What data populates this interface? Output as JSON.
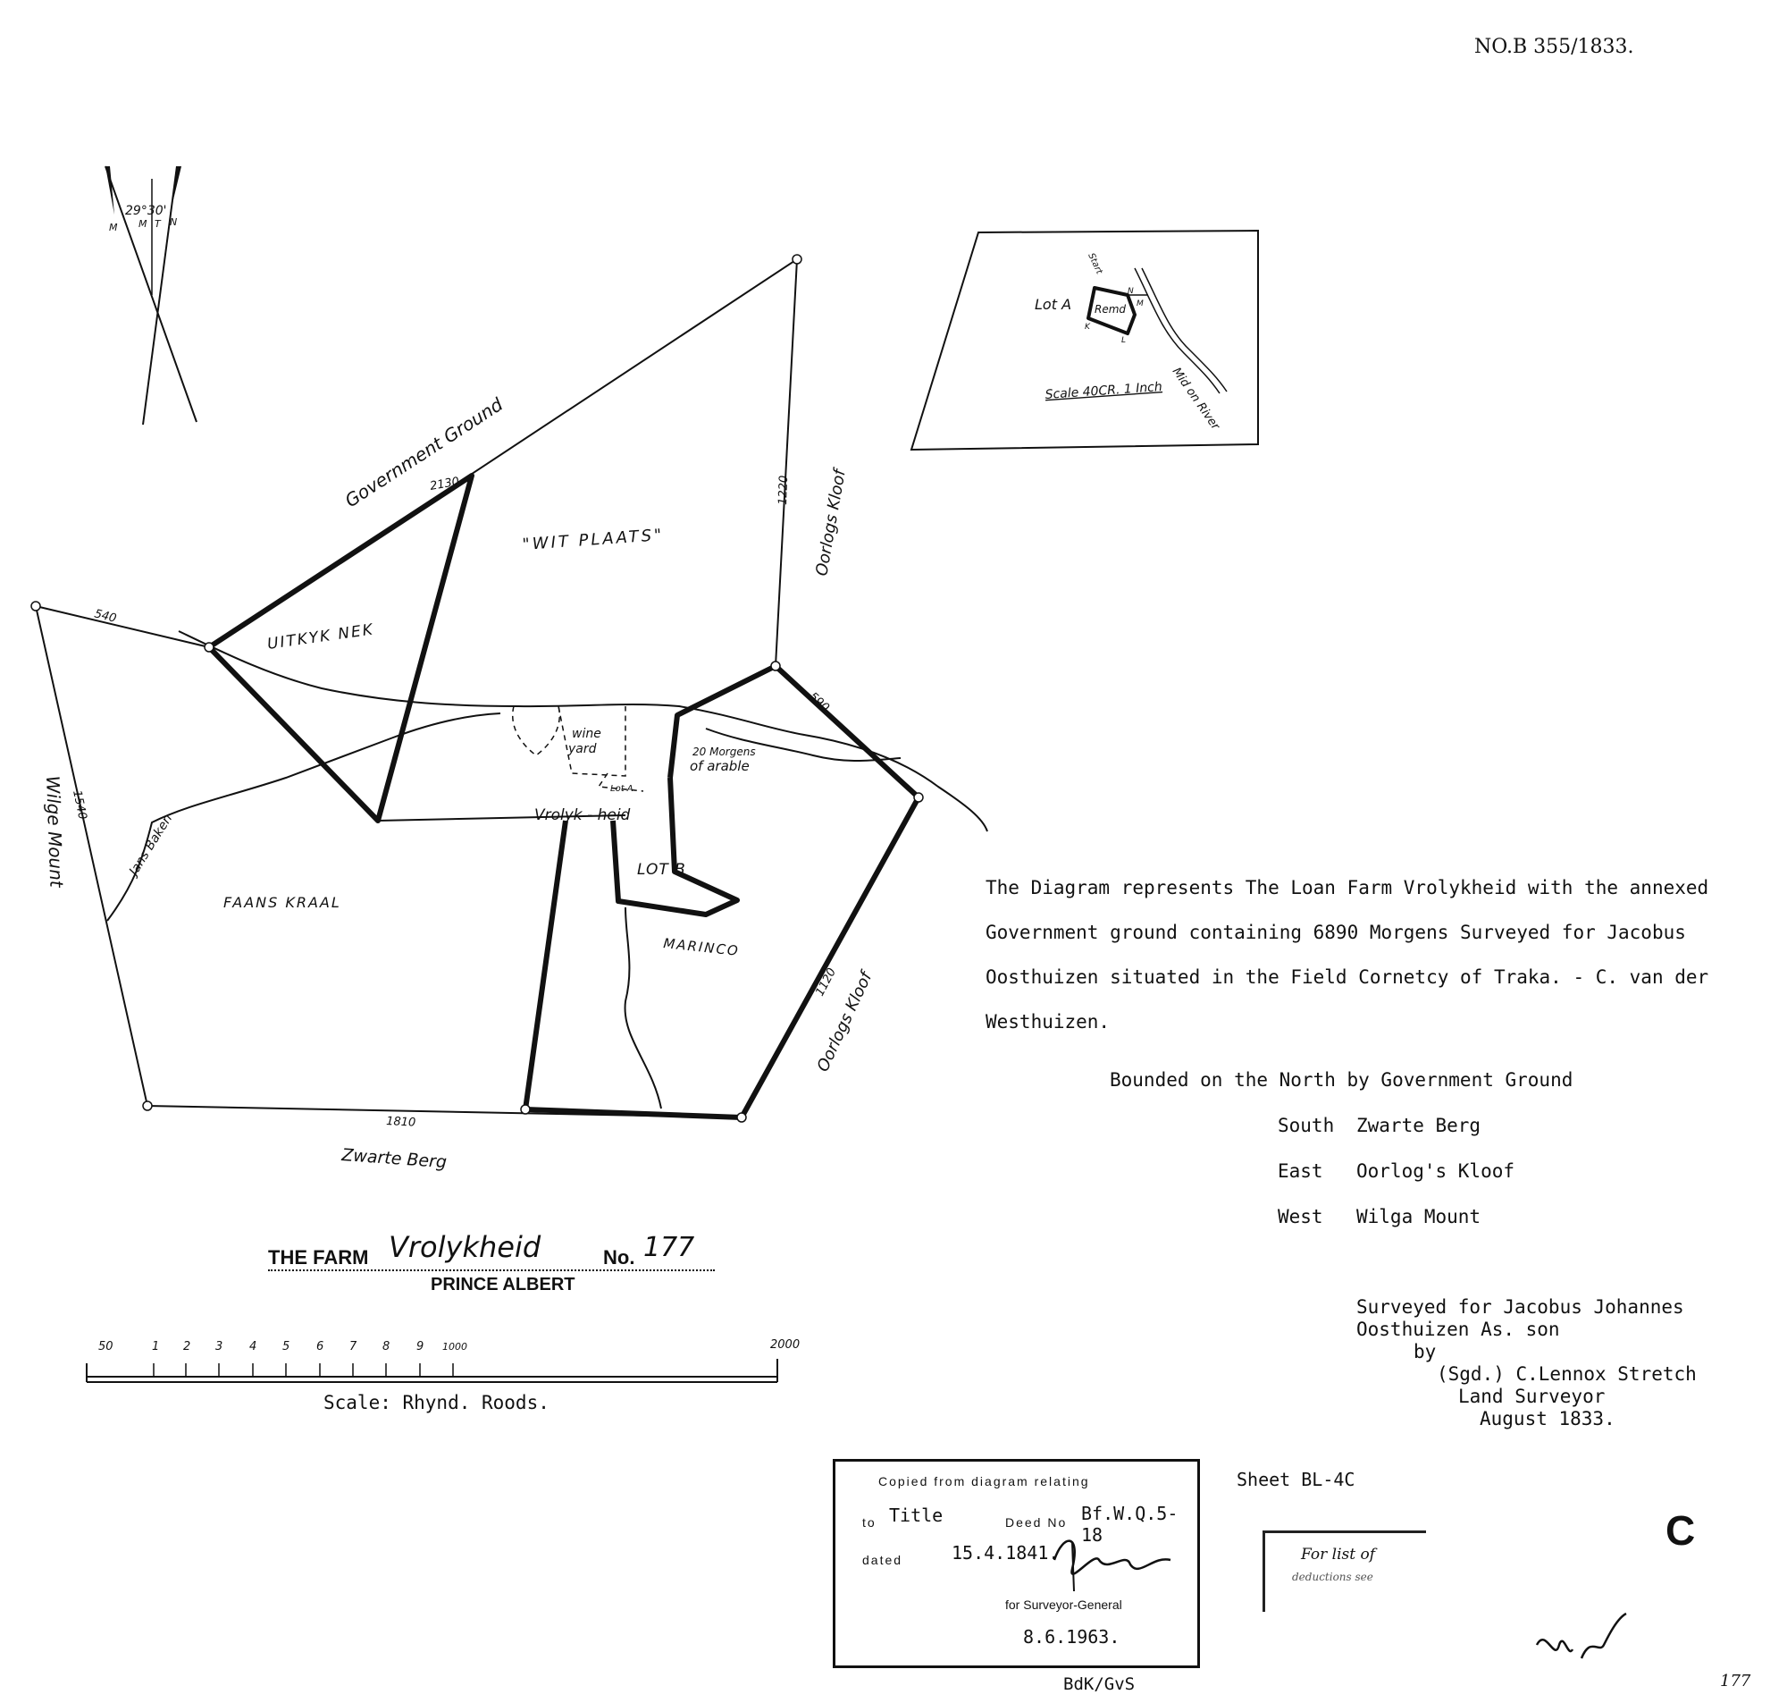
{
  "header": {
    "number": "NO.B 355/1833."
  },
  "compass": {
    "declination": "29°30'",
    "letters": [
      "M",
      "M",
      "T",
      "N"
    ]
  },
  "main_plan": {
    "labels": {
      "government_ground": "Government Ground",
      "wit_plaats": "\"WIT PLAATS\"",
      "uitkyk_nek": "UITKYK NEK",
      "oorlogs_kloof_north": "Oorlogs Kloof",
      "oorlogs_kloof_east": "Oorlogs Kloof",
      "wilge_mount": "Wilge Mount",
      "jans_baken": "Jans Baken",
      "faans_kraal": "FAANS KRAAL",
      "marinco": "MARINCO",
      "lot_b": "LOT B",
      "lot_a": "Lot A",
      "wine_yard_1": "wine",
      "wine_yard_2": "yard",
      "arable_1": "20 Morgens",
      "arable_2": "of arable",
      "vrolykheid": "Vrolyk - heid",
      "zwarte_berg": "Zwarte Berg"
    },
    "distances": {
      "d2130": "2130",
      "d1220": "1220",
      "d540": "540",
      "d590": "590",
      "d1540": "1540",
      "d1120": "1120",
      "d1810": "1810"
    }
  },
  "inset": {
    "lot_a": "Lot A",
    "remd": "Remd",
    "scale": "Scale 40CR. 1 Inch",
    "river": "Mid on River",
    "start": "Start",
    "points": [
      "K",
      "L",
      "M",
      "N"
    ]
  },
  "description": {
    "line1": "The Diagram represents The Loan Farm Vrolykheid with the annexed",
    "line2": "Government ground containing 6890 Morgens Surveyed for Jacobus",
    "line3": "Oosthuizen  situated in the Field Cornetcy of Traka. - C. van der",
    "line4": "Westhuizen."
  },
  "boundaries": {
    "north": "Bounded on the North by Government Ground",
    "south_label": "South",
    "south_value": "Zwarte Berg",
    "east_label": "East",
    "east_value": "Oorlog's Kloof",
    "west_label": "West",
    "west_value": "Wilga Mount"
  },
  "farm_title": {
    "prefix": "THE FARM",
    "name": "Vrolykheid",
    "no_label": "No.",
    "number": "177",
    "district": "PRINCE ALBERT"
  },
  "scale_bar": {
    "ticks": [
      "50",
      "1",
      "2",
      "3",
      "4",
      "5",
      "6",
      "7",
      "8",
      "9",
      "1000",
      "2000"
    ],
    "caption": "Scale:  Rhynd. Roods."
  },
  "surveyor": {
    "line1": "Surveyed for Jacobus Johannes",
    "line2": "Oosthuizen As. son",
    "line3": "by",
    "line4": "(Sgd.) C.Lennox Stretch",
    "line5": "Land Surveyor",
    "line6": "August 1833."
  },
  "stamp": {
    "copied": "Copied  from  diagram  relating",
    "to": "to",
    "title": "Title",
    "deed_no": "Deed No",
    "deed_value": "Bf.W.Q.5-18",
    "dated": "dated",
    "date_value": "15.4.1841.",
    "for_sg": "for Surveyor-General",
    "stamp_date": "8.6.1963."
  },
  "footer": {
    "sheet": "Sheet BL-4C",
    "initials": "BdK/GvS",
    "letter_c": "C",
    "for_list_1": "For list of",
    "for_list_2": "deductions see",
    "page_number": "177"
  }
}
